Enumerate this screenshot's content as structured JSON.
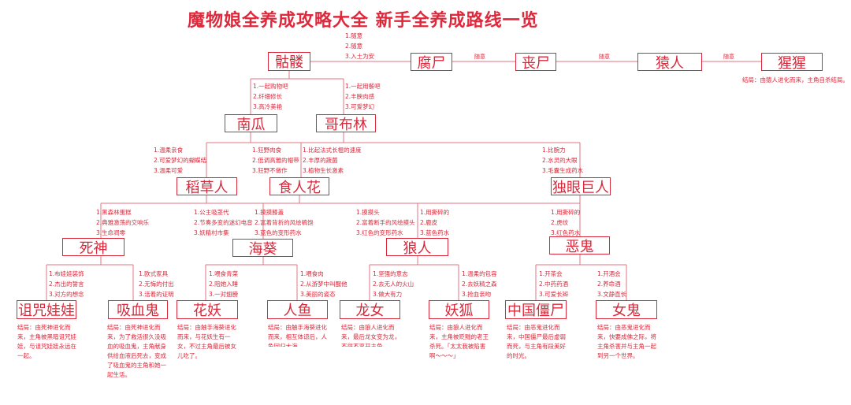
{
  "title": "魔物娘全养成攻略大全 新手全养成路线一览",
  "nodes": {
    "skeleton": "骷髅",
    "rotten": "腐尸",
    "zombie": "丧尸",
    "ape": "猿人",
    "orangutan": "猩猩",
    "pumpkin": "南瓜",
    "goblin": "哥布林",
    "scarecrow": "稻草人",
    "maneater": "食人花",
    "cyclops": "独眼巨人",
    "death": "死神",
    "seaweed": "海葵",
    "werewolf": "狼人",
    "demon": "恶鬼",
    "cursedoll": "诅咒娃娃",
    "vampire": "吸血鬼",
    "flower": "花妖",
    "mermaid": "人鱼",
    "dragon": "龙女",
    "fox": "妖狐",
    "jiangshi": "中国僵尸",
    "ghost": "女鬼"
  },
  "links": {
    "random1": "随意",
    "random2": "随意",
    "random3": "随意"
  },
  "options": {
    "skeleton_right": [
      "1.随意",
      "2.随意",
      "3.入土为安"
    ],
    "to_pumpkin": [
      "1.一起购物吧",
      "2.纤细修长",
      "3.高冷美艳"
    ],
    "to_goblin": [
      "1.一起用餐吧",
      "2.丰腴肉感",
      "3.可爱梦幻"
    ],
    "to_scarecrow": [
      "1.温柔亲食",
      "2.可爱梦幻的蝴蝶结",
      "3.温柔可爱"
    ],
    "to_maneater": [
      "1.狂野肉食",
      "2.低调高雅的帽带",
      "3.狂野不做作"
    ],
    "goblin_to_maneater": [
      "1.比起法式长棍的速度",
      "2.丰厚的蔬菌",
      "3.植物生长激素"
    ],
    "to_cyclops": [
      "1.比腕力",
      "2.水灵的大眼",
      "3.毛囊生成药水"
    ],
    "to_death": [
      "1.黑森林蛋糕",
      "2.典雅激荡的交响乐",
      "3.生命凋零"
    ],
    "to_seaweed_a": [
      "1.公主吸茎代",
      "2.节奏多变的迷幻电音",
      "3.妖精村市集"
    ],
    "to_seaweed_b": [
      "1.摸摸膝盖",
      "2.富着背折的风绘稿饱",
      "3.蓝色的变形药水"
    ],
    "to_werewolf_a": [
      "1.摸摸头",
      "2.富着断手的风绘摸头",
      "3.红色的变形药水"
    ],
    "to_werewolf_b": [
      "1.用撕碎的",
      "2.鹿皮",
      "3.蓝色药水"
    ],
    "to_demon": [
      "1.用撕碎的",
      "2.虎纹",
      "3.红色药水"
    ],
    "to_cursedoll": [
      "1.布娃娃装饰",
      "2.杰出的誓言",
      "3.对方的想念"
    ],
    "to_vampire": [
      "1.欧式家具",
      "2.无悔的付出",
      "3.活着的证明"
    ],
    "to_flower": [
      "1.喂食青菜",
      "2.陪她入睡",
      "3.一对翅膀"
    ],
    "to_mermaid": [
      "1.喂食肉",
      "2.从游梦中叫醒他",
      "3.美丽的姿态"
    ],
    "to_dragon": [
      "1.坚强的意志",
      "2.去无人的火山",
      "3.做大有力"
    ],
    "to_fox": [
      "1.温柔的包容",
      "2.去妖精之森",
      "3.抢血亲吻"
    ],
    "to_jiangshi": [
      "1.开茶会",
      "2.中药药酒",
      "3.可爱长辫"
    ],
    "to_ghost": [
      "1.开酒会",
      "2.养命酒",
      "3.文静直长"
    ]
  },
  "results": {
    "orangutan": "结局：由猿人进化而来，主角自杀结局。",
    "cursedoll": "结局：由死神进化而来，主角被黑暗诅咒娃娃，与诅咒娃娃永远在一起。",
    "vampire": "结局：由死神进化而来，为了救活很久没吸血的吸血鬼，主角献身供给血液后死去，变成了吸血鬼的主角和她一起生活。",
    "flower": "结局：由触手海葵进化而来，与花妖生有一女，不过主角最后被女儿吃了。",
    "mermaid": "结局：由触手海葵进化而来，相互体谅后，人鱼回归大海。",
    "dragon": "结局：由狼人进化而来，最后龙女变为龙，不得不离开主角。",
    "fox": "结局：由狼人进化而来，主角被贬黜的老王杀死。「太太我被陷害啊～～～」",
    "jiangshi": "结局：由恶鬼进化而来，中国僵尸最后虚弱而死，与主角有段美好的时光。",
    "ghost": "结局：由恶鬼进化而来，快要成佛之际，将主角杀害并与主角一起到另一个世界。"
  },
  "colors": {
    "accent": "#d9283a",
    "title": "#e0283c",
    "background": "#ffffff"
  }
}
